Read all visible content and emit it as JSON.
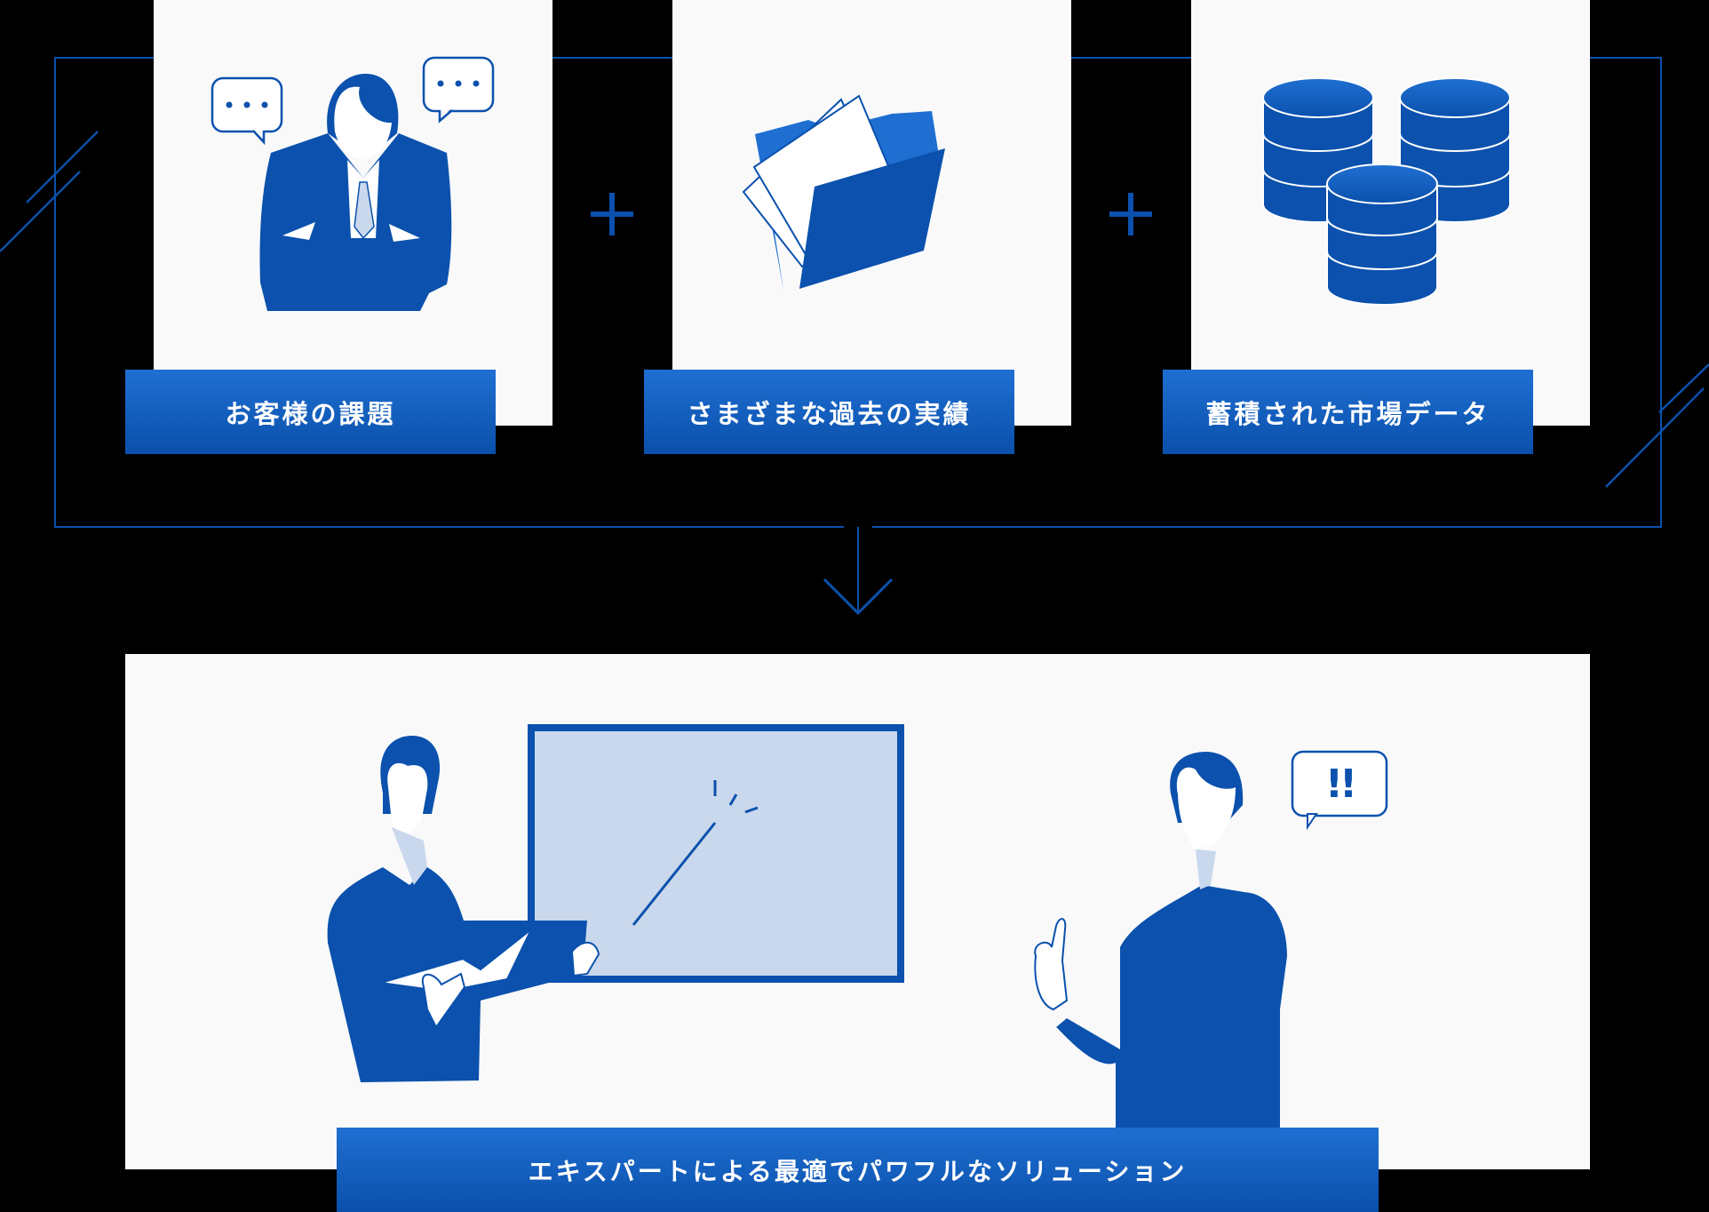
{
  "colors": {
    "background": "#000000",
    "card": "#f9f9fa",
    "accent": "#0b51ad",
    "accent_light": "#1f6fd2",
    "fill_light": "#c9d8ec",
    "label_text": "#ffffff"
  },
  "inputs": [
    {
      "id": "customer-issues",
      "label": "お客様の課題",
      "icon": "thinking-businessman-icon"
    },
    {
      "id": "past-results",
      "label": "さまざまな過去の実績",
      "icon": "open-folder-documents-icon"
    },
    {
      "id": "market-data",
      "label": "蓄積された市場データ",
      "icon": "database-stack-icon"
    }
  ],
  "operators": [
    "+",
    "+"
  ],
  "connector": {
    "icon": "arrow-down-icon"
  },
  "result": {
    "label": "エキスパートによる最適でパワフルなソリューション",
    "illustration": "presenter-and-client-icon",
    "speech_bubble": "!!"
  }
}
